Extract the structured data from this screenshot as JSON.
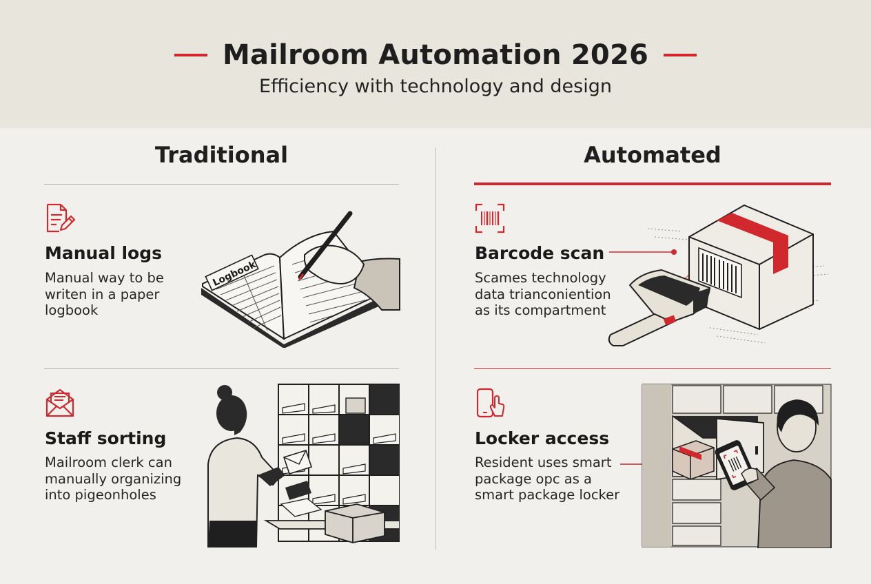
{
  "header": {
    "title": "Mailroom Automation 2026",
    "subtitle": "Efficiency with technology and design"
  },
  "columns": {
    "traditional": {
      "heading": "Traditional",
      "features": [
        {
          "title": "Manual logs",
          "desc": [
            "Manual way to be",
            "writen in a paper",
            "logbook"
          ],
          "icon": "document-pen-icon"
        },
        {
          "title": "Staff sorting",
          "desc": [
            "Mailroom clerk can",
            "manually organizing",
            "into pigeonholes"
          ],
          "icon": "envelope-icon"
        }
      ]
    },
    "automated": {
      "heading": "Automated",
      "features": [
        {
          "title": "Barcode scan",
          "desc": [
            "Scames technology",
            "data trianconiention",
            "as its compartment"
          ],
          "icon": "barcode-icon"
        },
        {
          "title": "Locker access",
          "desc": [
            "Resident uses smart",
            "package opc as a",
            "smart package locker"
          ],
          "icon": "smartphone-tap-icon"
        }
      ]
    }
  },
  "illustrations": {
    "logbook_cover": "Logbook"
  },
  "colors": {
    "accent": "#d0282c",
    "header_bg": "#e7e5dc",
    "page_bg": "#f1f0ec",
    "sketch_fill": "#c9c3b8"
  }
}
